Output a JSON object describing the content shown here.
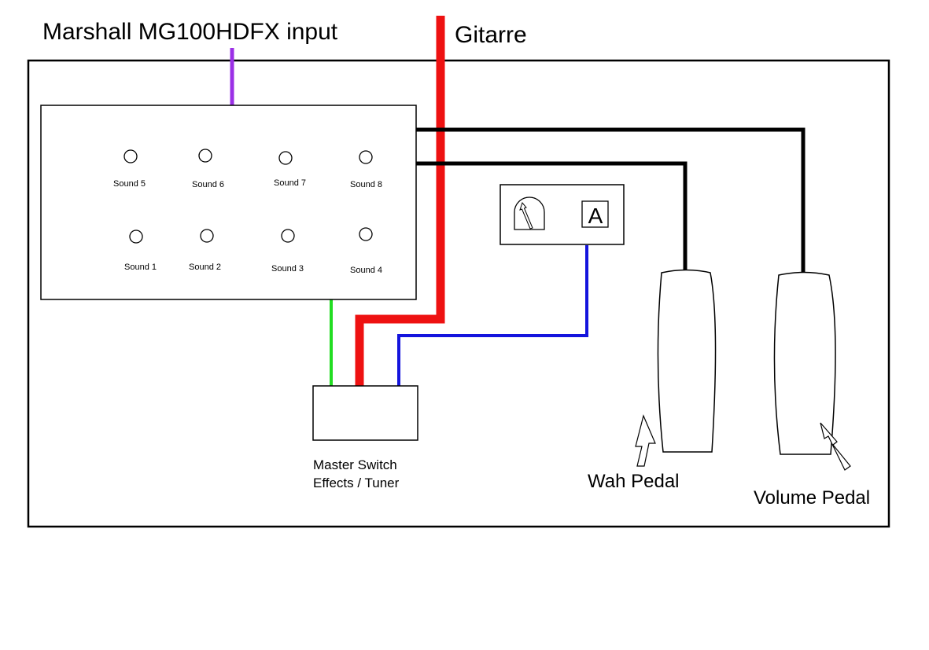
{
  "labels": {
    "amp_input": "Marshall MG100HDFX input",
    "guitar": "Gitarre",
    "switch_line1": "Master Switch",
    "switch_line2": "Effects / Tuner",
    "wah": "Wah Pedal",
    "volume": "Volume Pedal",
    "tuner_display": "A"
  },
  "sounds": [
    {
      "id": "sound-5",
      "label": "Sound 5"
    },
    {
      "id": "sound-6",
      "label": "Sound 6"
    },
    {
      "id": "sound-7",
      "label": "Sound 7"
    },
    {
      "id": "sound-8",
      "label": "Sound 8"
    },
    {
      "id": "sound-1",
      "label": "Sound 1"
    },
    {
      "id": "sound-2",
      "label": "Sound 2"
    },
    {
      "id": "sound-3",
      "label": "Sound 3"
    },
    {
      "id": "sound-4",
      "label": "Sound 4"
    }
  ],
  "colors": {
    "amp_cable": "#9b30e6",
    "guitar_cable": "#ee1111",
    "footswitch_cable": "#22dd22",
    "tuner_cable": "#1414dd",
    "pedal_cable": "#000000",
    "outline": "#000000"
  }
}
